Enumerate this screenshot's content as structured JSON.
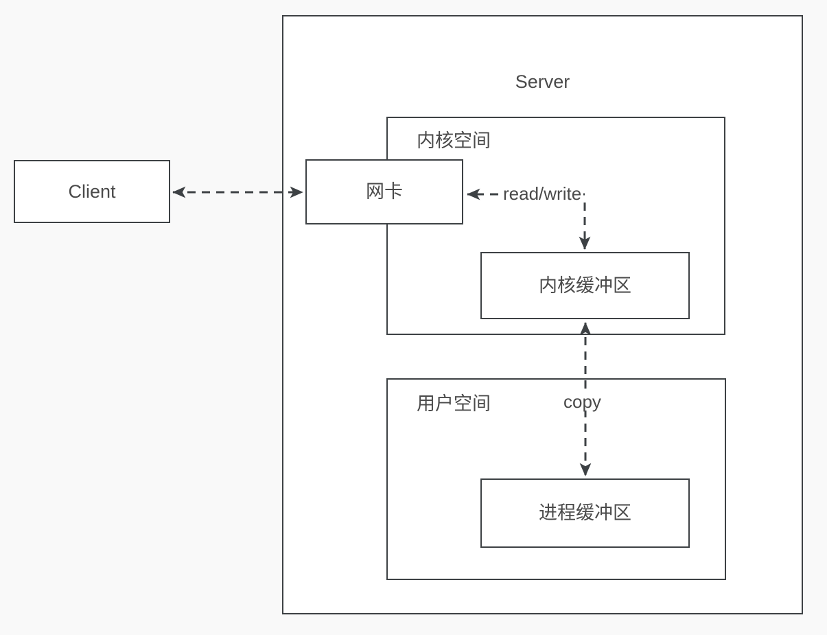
{
  "diagram": {
    "title_visible": false,
    "background_color": "#f9f9f9",
    "stroke_color": "#3d4144",
    "fill_color": "#ffffff",
    "text_color": "#4a4a4a",
    "nodes": {
      "client": {
        "label": "Client"
      },
      "server": {
        "label": "Server"
      },
      "kernel_space": {
        "label": "内核空间"
      },
      "nic": {
        "label": "网卡"
      },
      "kernel_buffer": {
        "label": "内核缓冲区"
      },
      "user_space": {
        "label": "用户空间"
      },
      "process_buffer": {
        "label": "进程缓冲区"
      }
    },
    "edges": {
      "client_nic": {
        "label": "",
        "style": "dashed",
        "arrows": "both"
      },
      "read_write": {
        "label": "read/write",
        "style": "dashed",
        "arrows": "both-ends-elbow"
      },
      "copy": {
        "label": "copy",
        "style": "dashed",
        "arrows": "both"
      }
    }
  }
}
